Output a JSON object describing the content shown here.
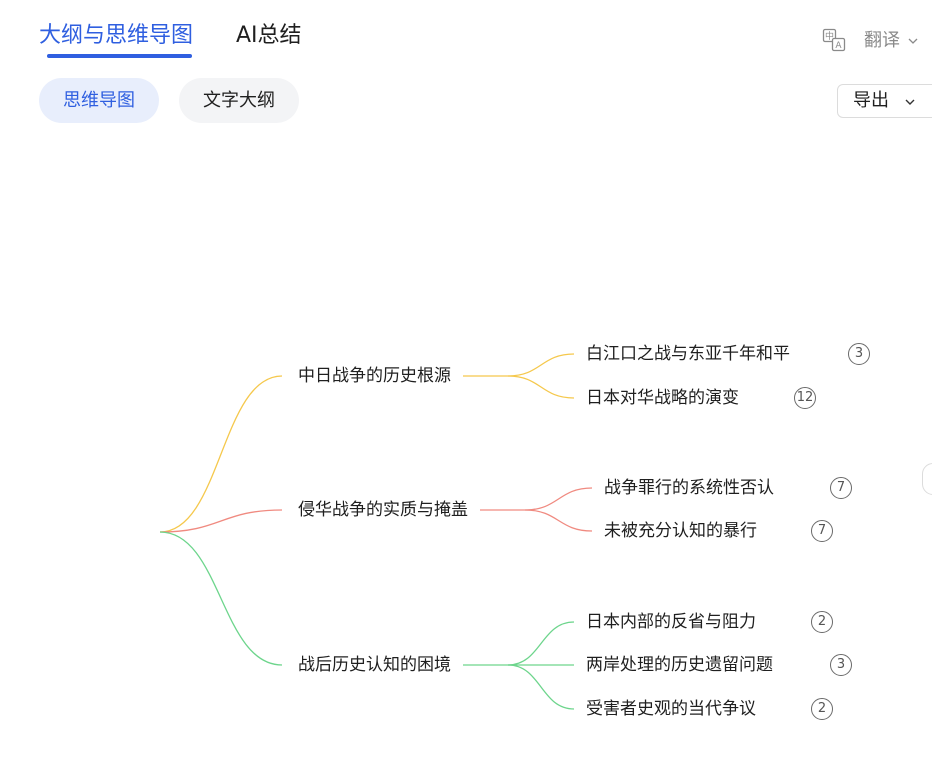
{
  "tabs": {
    "outline_mindmap": "大纲与思维导图",
    "ai_summary": "AI总结"
  },
  "translate": {
    "label": "翻译",
    "icon": "translate-icon"
  },
  "views": {
    "mindmap": "思维导图",
    "outline": "文字大纲"
  },
  "export": {
    "label": "导出"
  },
  "colors": {
    "accent": "#2f5fe0",
    "branch1": "#f5c84c",
    "branch2": "#f08a80",
    "branch3": "#6dd58c"
  },
  "mindmap": {
    "branches": [
      {
        "label": "中日战争的历史根源",
        "children": [
          {
            "label": "白江口之战与东亚千年和平",
            "count": "3"
          },
          {
            "label": "日本对华战略的演变",
            "count": "12"
          }
        ]
      },
      {
        "label": "侵华战争的实质与掩盖",
        "children": [
          {
            "label": "战争罪行的系统性否认",
            "count": "7"
          },
          {
            "label": "未被充分认知的暴行",
            "count": "7"
          }
        ]
      },
      {
        "label": "战后历史认知的困境",
        "children": [
          {
            "label": "日本内部的反省与阻力",
            "count": "2"
          },
          {
            "label": "两岸处理的历史遗留问题",
            "count": "3"
          },
          {
            "label": "受害者史观的当代争议",
            "count": "2"
          }
        ]
      }
    ]
  }
}
